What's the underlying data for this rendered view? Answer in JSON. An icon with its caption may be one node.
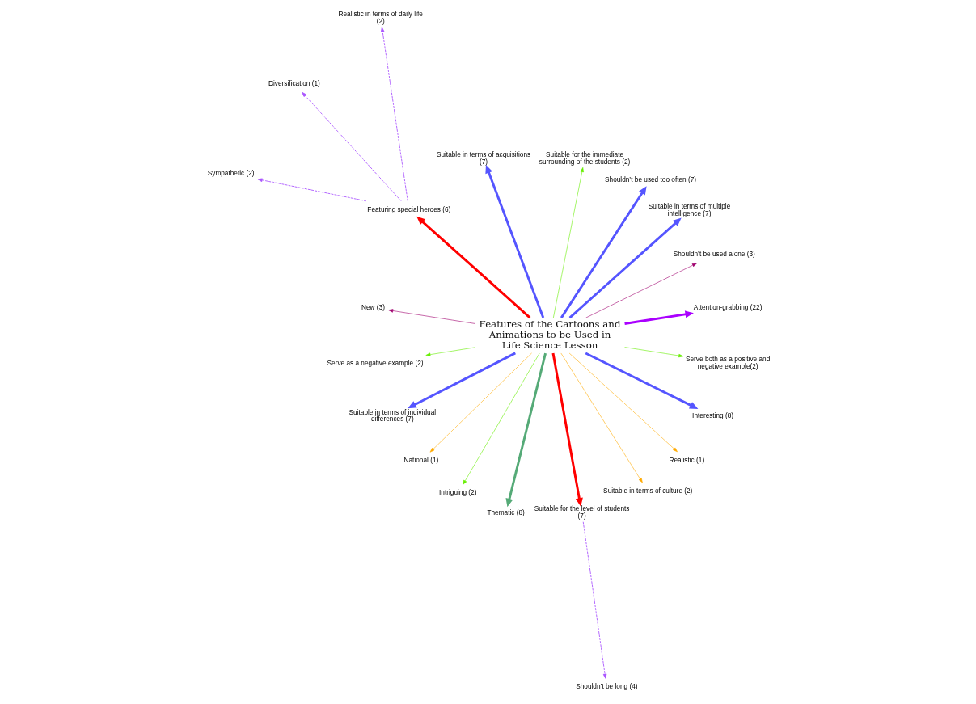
{
  "diagram": {
    "nodes": [
      {
        "text": [
          "Features of the Cartoons and Animations to be Used in Life Science Lesson"
        ]
      },
      {
        "text": [
          "Attention-grabbing (22)"
        ]
      },
      {
        "text": [
          "Shouldn’t be used alone (3)"
        ]
      },
      {
        "text": [
          "Suitable in terms of multiple intelligence (7)"
        ]
      },
      {
        "text": [
          "Shouldn’t be used too often (7)"
        ]
      },
      {
        "text": [
          "Suitable for the immediate surrounding of the students (2)"
        ]
      },
      {
        "text": [
          "Suitable in terms of acquisitions (7)"
        ]
      },
      {
        "text": [
          "Realistic in terms of daily life (2)"
        ]
      },
      {
        "text": [
          "Diversification (1)"
        ]
      },
      {
        "text": [
          "Featuring special heroes (6)"
        ]
      },
      {
        "text": [
          "New (3)"
        ]
      },
      {
        "text": [
          "Sympathetic (2)"
        ]
      },
      {
        "text": [
          "Serve as a negative example (2)"
        ]
      },
      {
        "text": [
          "Suitable in terms of individual differences (7)"
        ]
      },
      {
        "text": [
          "National (1)"
        ]
      },
      {
        "text": [
          "Intriguing (2)"
        ]
      },
      {
        "text": [
          "Thematic (8)"
        ]
      },
      {
        "text": [
          "Suitable for the level of students (7)"
        ]
      },
      {
        "text": [
          "Suitable in terms of culture (2)"
        ]
      },
      {
        "text": [
          "Realistic (1)"
        ]
      },
      {
        "text": [
          "Interesting (8)"
        ]
      },
      {
        "text": [
          "Shouldn’t be long (4)"
        ]
      },
      {
        "text": [
          "Serve both as a positive and negative example(2)"
        ]
      }
    ],
    "edges": [
      {
        "from": 0,
        "to": 1,
        "arrow": "to",
        "style": "thick",
        "color": "#aa00ff"
      },
      {
        "from": 0,
        "to": 2,
        "arrow": "to",
        "color": "#a0006e"
      },
      {
        "from": 0,
        "to": 3,
        "arrow": "to",
        "style": "thick"
      },
      {
        "from": 0,
        "to": 4,
        "arrow": "to",
        "style": "thick"
      },
      {
        "from": 0,
        "to": 5,
        "arrow": "to",
        "color": "#66ee00"
      },
      {
        "from": 0,
        "to": 6,
        "arrow": "to",
        "style": "thick"
      },
      {
        "from": 9,
        "to": 7,
        "arrow": "to",
        "style": "dashed",
        "color": "#aa55ff"
      },
      {
        "from": 9,
        "to": 8,
        "arrow": "to",
        "style": "dashed",
        "color": "#aa55ff"
      },
      {
        "from": 0,
        "to": 9,
        "arrow": "to",
        "style": "thick",
        "color": "#ff0000"
      },
      {
        "from": 0,
        "to": 10,
        "arrow": "to",
        "color": "#a0006e"
      },
      {
        "from": 9,
        "to": 11,
        "arrow": "to",
        "style": "dashed",
        "color": "#aa55ff"
      },
      {
        "from": 0,
        "to": 12,
        "arrow": "to",
        "color": "#66ee00"
      },
      {
        "from": 0,
        "to": 13,
        "arrow": "to",
        "style": "thick"
      },
      {
        "from": 0,
        "to": 14,
        "arrow": "to",
        "color": "#ffaa00"
      },
      {
        "from": 0,
        "to": 15,
        "arrow": "to",
        "color": "#66ee00"
      },
      {
        "from": 0,
        "to": 16,
        "arrow": "to",
        "style": "thick",
        "color": "#55aa77"
      },
      {
        "from": 0,
        "to": 17,
        "arrow": "to",
        "style": "thick",
        "color": "#ff0000"
      },
      {
        "from": 0,
        "to": 18,
        "arrow": "to",
        "color": "#ffaa00"
      },
      {
        "from": 0,
        "to": 19,
        "arrow": "to",
        "color": "#ffaa00"
      },
      {
        "from": 0,
        "to": 20,
        "arrow": "to",
        "style": "thick"
      },
      {
        "from": 17,
        "to": 21,
        "arrow": "to",
        "style": "dashed",
        "color": "#aa55ff"
      },
      {
        "from": 0,
        "to": 22,
        "arrow": "to",
        "color": "#66ee00"
      }
    ]
  }
}
